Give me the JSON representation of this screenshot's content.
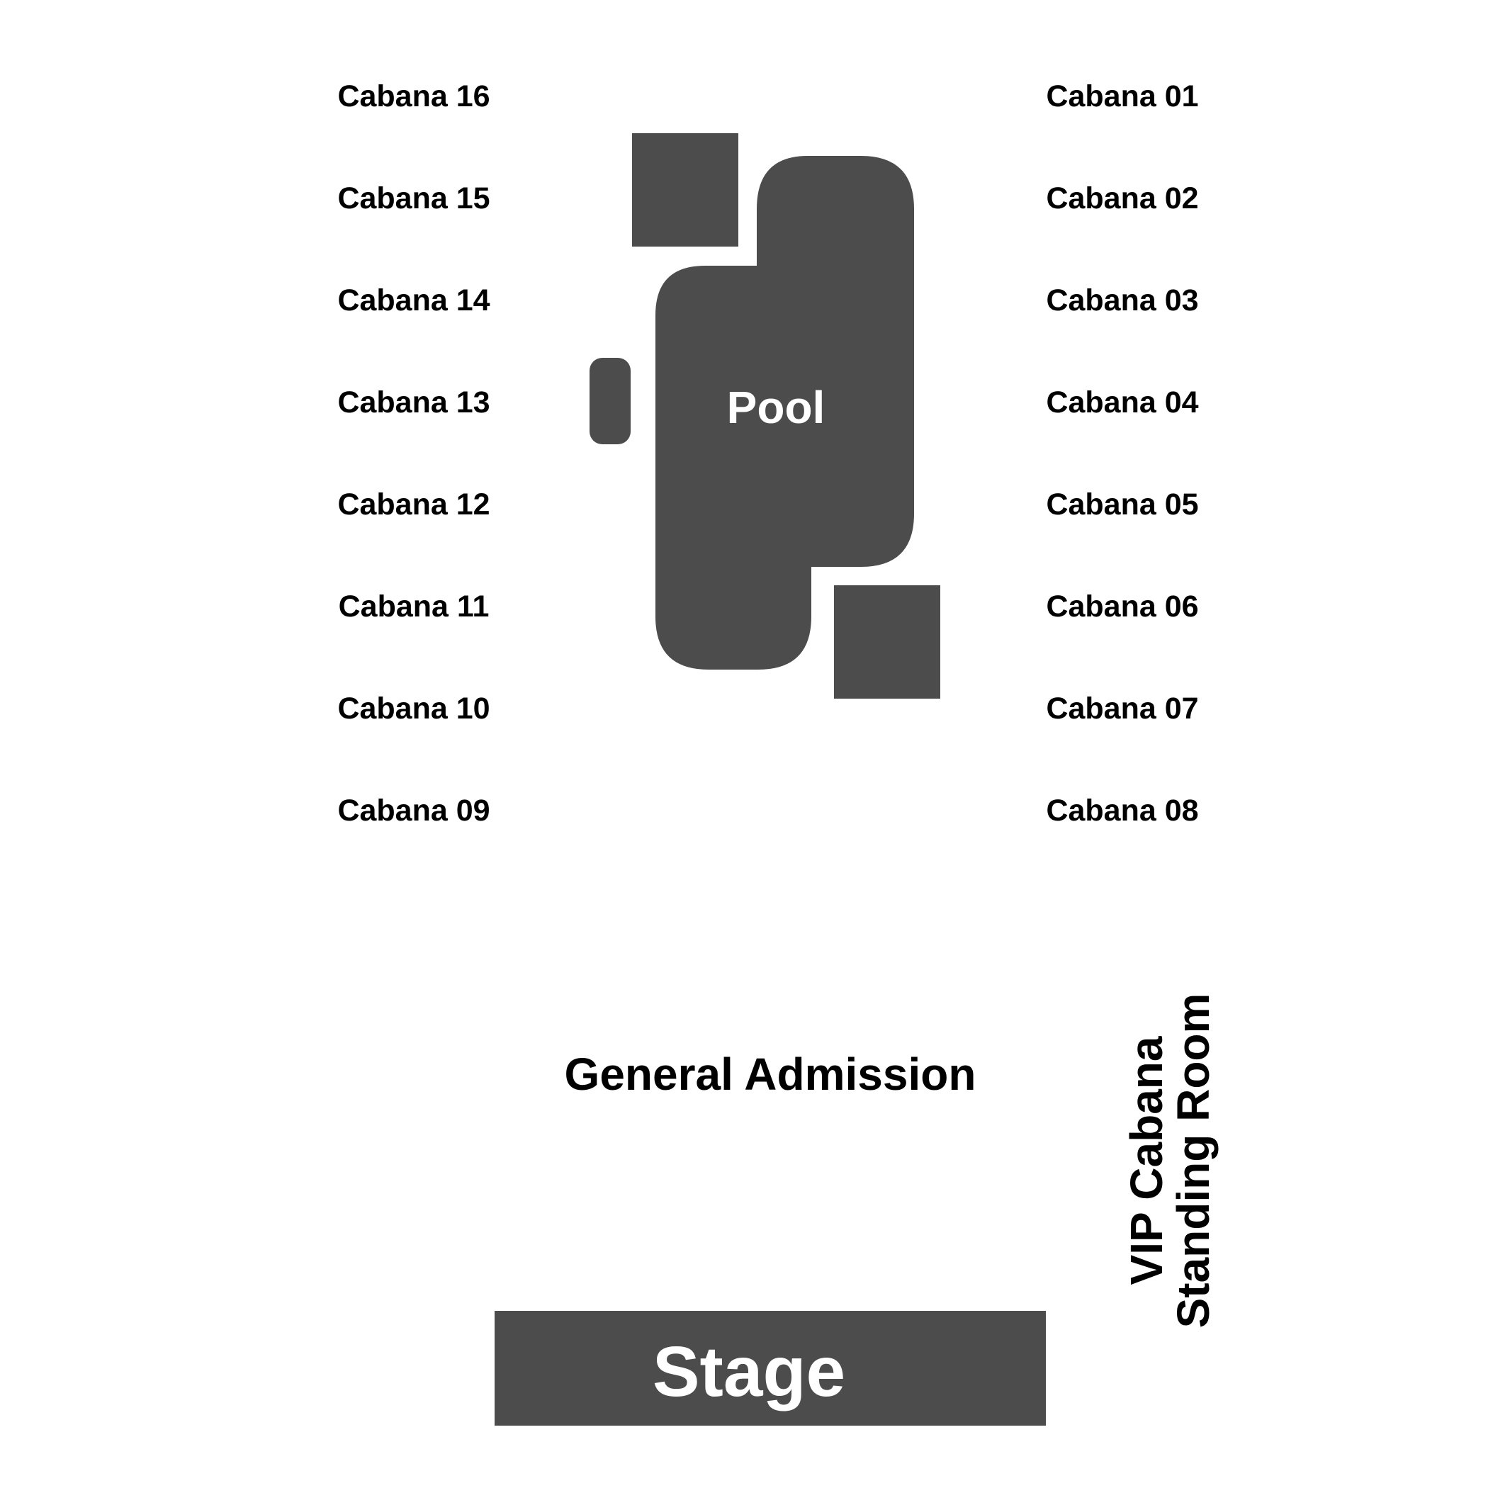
{
  "colors": {
    "shape_fill": "#4c4c4c",
    "label_text": "#000000",
    "inner_text": "#ffffff",
    "background": "#ffffff"
  },
  "cabanas_left": [
    "Cabana 16",
    "Cabana 15",
    "Cabana 14",
    "Cabana 13",
    "Cabana 12",
    "Cabana 11",
    "Cabana 10",
    "Cabana 09"
  ],
  "cabanas_right": [
    "Cabana 01",
    "Cabana 02",
    "Cabana 03",
    "Cabana 04",
    "Cabana 05",
    "Cabana 06",
    "Cabana 07",
    "Cabana 08"
  ],
  "pool": {
    "label": "Pool"
  },
  "general_admission": {
    "label": "General Admission"
  },
  "vip": {
    "line1": "VIP Cabana",
    "line2": "Standing Room"
  },
  "stage": {
    "label": "Stage"
  }
}
